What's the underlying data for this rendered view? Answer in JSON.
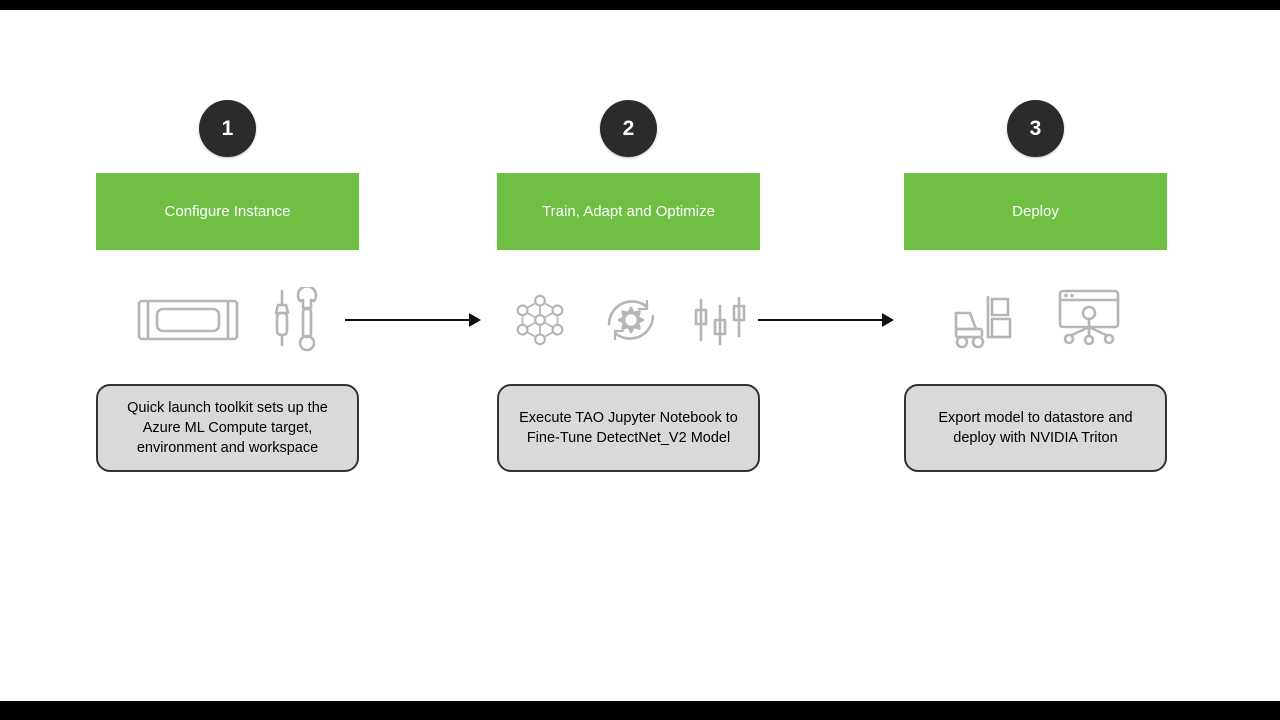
{
  "diagram": {
    "steps": [
      {
        "number": "1",
        "title": "Configure Instance",
        "description": "Quick launch toolkit sets up the Azure ML Compute target, environment and workspace"
      },
      {
        "number": "2",
        "title": "Train, Adapt and Optimize",
        "description": "Execute TAO Jupyter Notebook to Fine-Tune DetectNet_V2 Model"
      },
      {
        "number": "3",
        "title": "Deploy",
        "description": "Export model to datastore and deploy with NVIDIA Triton"
      }
    ],
    "colors": {
      "banner_green": "#6fbf44",
      "number_circle": "#2b2b2b",
      "description_box": "#d9d9d9",
      "icon_stroke": "#b5b5b5",
      "arrow": "#111111"
    }
  }
}
